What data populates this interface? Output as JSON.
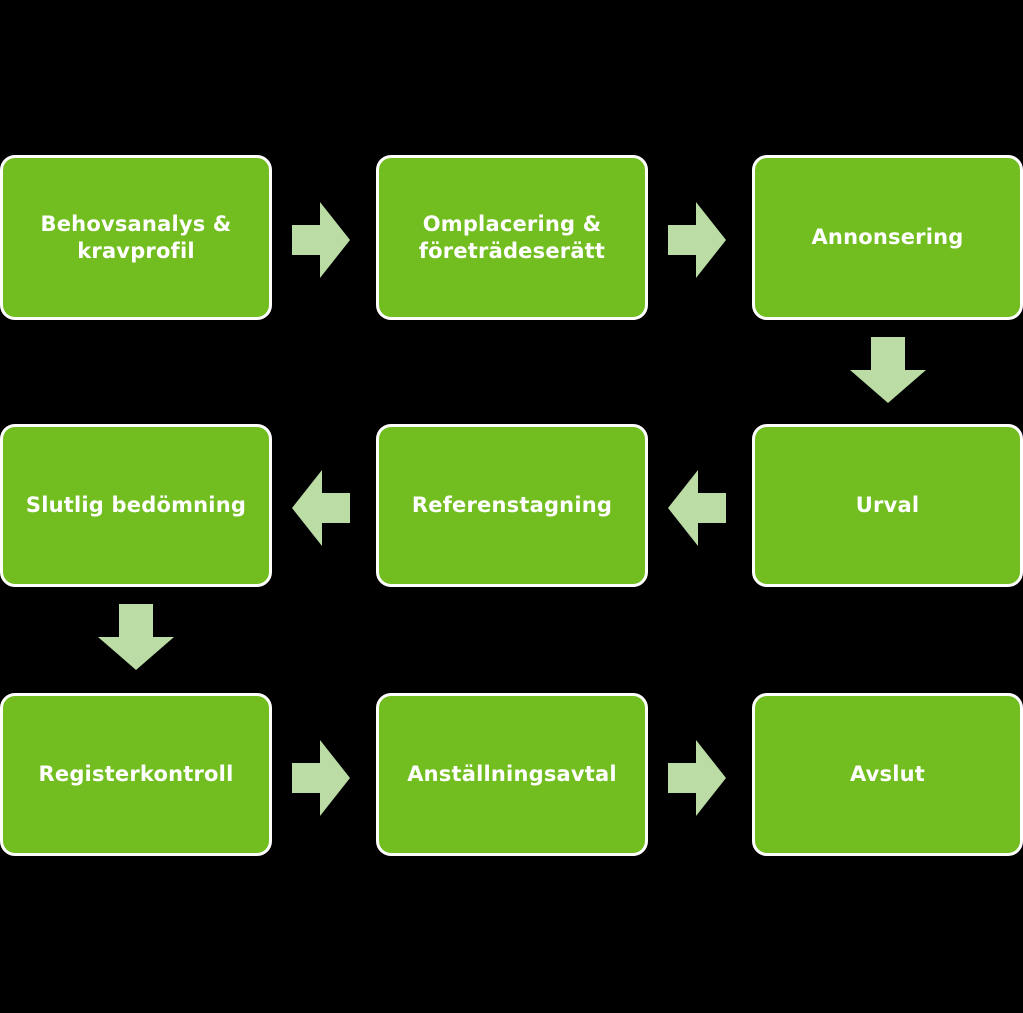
{
  "diagram": {
    "title": "Rekryteringsprocess flowchart",
    "background_color": "#000000",
    "node_fill_color": "#72be21",
    "node_border_color": "#ffffff",
    "node_text_color": "#ffffff",
    "arrow_color": "#bbdca4",
    "nodes": [
      {
        "id": "behovsanalys",
        "label": "Behovsanalys &\nkravprofil",
        "row": 1,
        "col": 1
      },
      {
        "id": "omplacering",
        "label": "Omplacering &\nföreträdeserätt",
        "row": 1,
        "col": 2
      },
      {
        "id": "annonsering",
        "label": "Annonsering",
        "row": 1,
        "col": 3
      },
      {
        "id": "slutlig",
        "label": "Slutlig bedömning",
        "row": 2,
        "col": 1
      },
      {
        "id": "referens",
        "label": "Referenstagning",
        "row": 2,
        "col": 2
      },
      {
        "id": "urval",
        "label": "Urval",
        "row": 2,
        "col": 3
      },
      {
        "id": "register",
        "label": "Registerkontroll",
        "row": 3,
        "col": 1
      },
      {
        "id": "anstallning",
        "label": "Anställningsavtal",
        "row": 3,
        "col": 2
      },
      {
        "id": "avslut",
        "label": "Avslut",
        "row": 3,
        "col": 3
      }
    ],
    "arrows": [
      {
        "id": "behovsanalys-to-omplacering",
        "direction": "right",
        "from": "behovsanalys",
        "to": "omplacering"
      },
      {
        "id": "omplacering-to-annonsering",
        "direction": "right",
        "from": "omplacering",
        "to": "annonsering"
      },
      {
        "id": "annonsering-to-urval",
        "direction": "down",
        "from": "annonsering",
        "to": "urval"
      },
      {
        "id": "referens-to-slutlig",
        "direction": "left",
        "from": "referens",
        "to": "slutlig"
      },
      {
        "id": "urval-to-referens",
        "direction": "left",
        "from": "urval",
        "to": "referens"
      },
      {
        "id": "slutlig-to-register",
        "direction": "down",
        "from": "slutlig",
        "to": "register"
      },
      {
        "id": "register-to-anstallning",
        "direction": "right",
        "from": "register",
        "to": "anstallning"
      },
      {
        "id": "anstallning-to-avslut",
        "direction": "right",
        "from": "anstallning",
        "to": "avslut"
      }
    ]
  }
}
